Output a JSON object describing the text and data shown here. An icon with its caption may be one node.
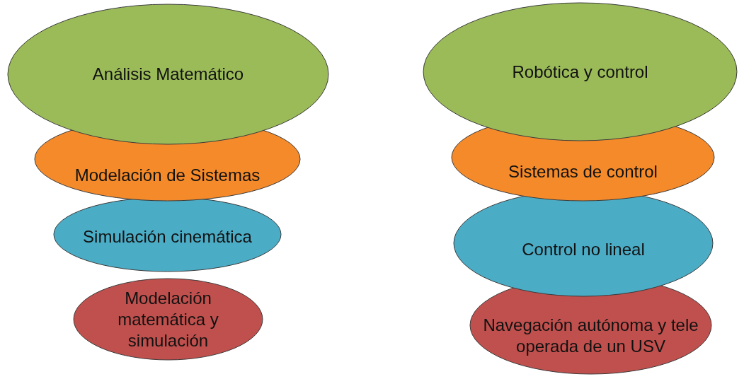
{
  "diagram": {
    "nodes": [
      {
        "text": [
          "Análisis Matemático"
        ]
      },
      {
        "text": [
          "Modelación de Sistemas"
        ]
      },
      {
        "text": [
          "Simulación cinemática"
        ]
      },
      {
        "text": [
          "Modelación matemática y simulación"
        ]
      },
      {
        "text": [
          "Robótica y control"
        ]
      },
      {
        "text": [
          "Sistemas de control"
        ]
      },
      {
        "text": [
          "Control no lineal"
        ]
      },
      {
        "text": [
          "Navegación autónoma y tele operada de un USV"
        ]
      }
    ]
  }
}
